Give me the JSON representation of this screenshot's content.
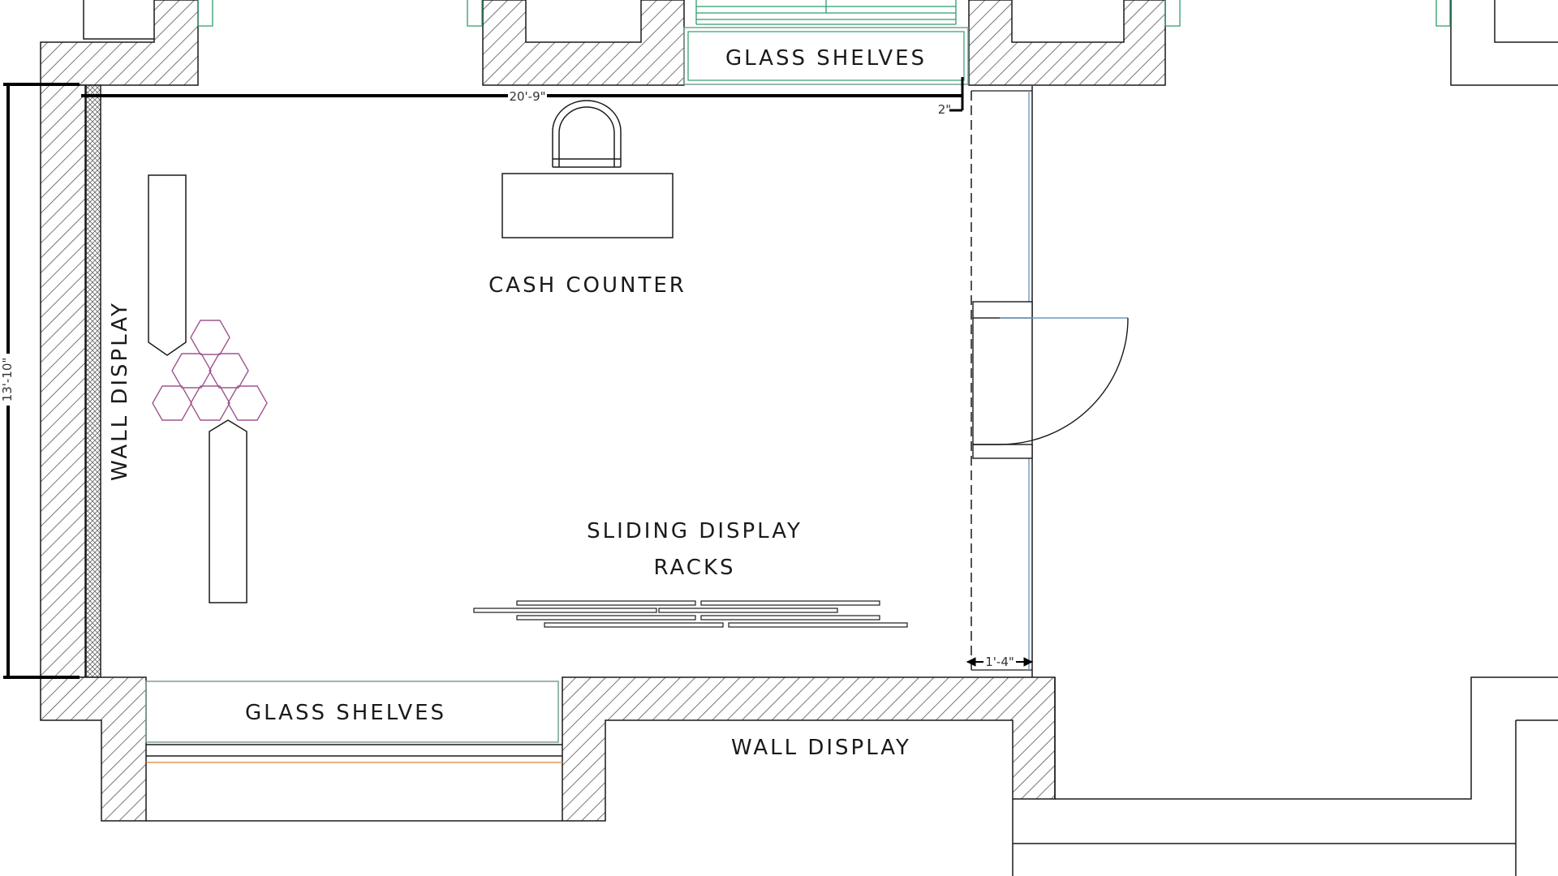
{
  "labels": {
    "glass_shelves_top": "GLASS SHELVES",
    "glass_shelves_bottom": "GLASS SHELVES",
    "cash_counter": "CASH COUNTER",
    "sliding_racks_line1": "SLIDING DISPLAY",
    "sliding_racks_line2": "RACKS",
    "wall_display_left": "WALL DISPLAY",
    "wall_display_bottom": "WALL DISPLAY"
  },
  "dimensions": {
    "width": "20'-9\"",
    "height": "13'-10\"",
    "offset": "2\"",
    "door_jamb": "1'-4\""
  },
  "colors": {
    "line": "#1a1a1a",
    "hatch": "#555555",
    "shelf_green": "#2e9e6a",
    "shelf_frame": "#7a9e9a",
    "door_blue": "#6f97c6",
    "hex_purple": "#a0558f",
    "orange_line": "#d9843a"
  }
}
